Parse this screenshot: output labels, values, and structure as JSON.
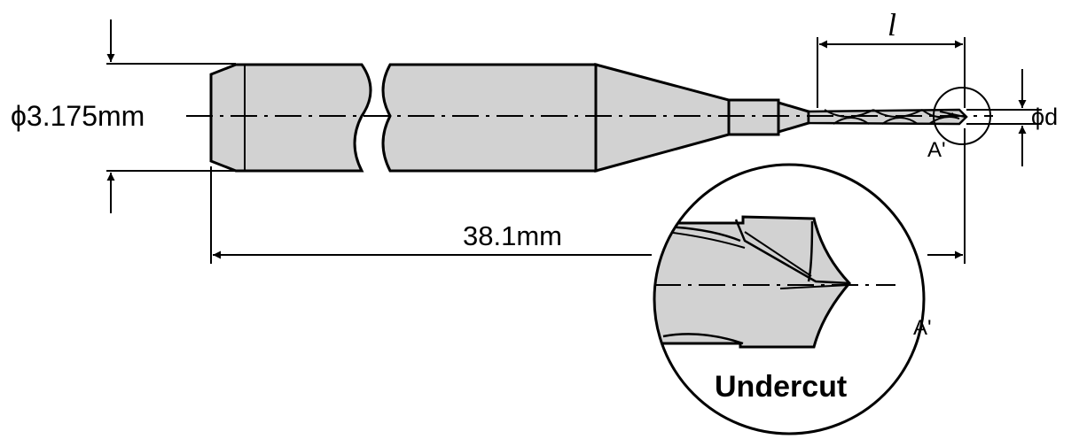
{
  "labels": {
    "shank_diameter": "ϕ3.175mm",
    "overall_length": "38.1mm",
    "flute_length_symbol": "l",
    "tip_diameter": "ϕd",
    "detail_ref": "A'",
    "detail_ref_zoom": "A'",
    "detail_caption": "Undercut"
  },
  "colors": {
    "body_fill": "#d2d2d2",
    "line": "#000000",
    "background": "#ffffff"
  }
}
